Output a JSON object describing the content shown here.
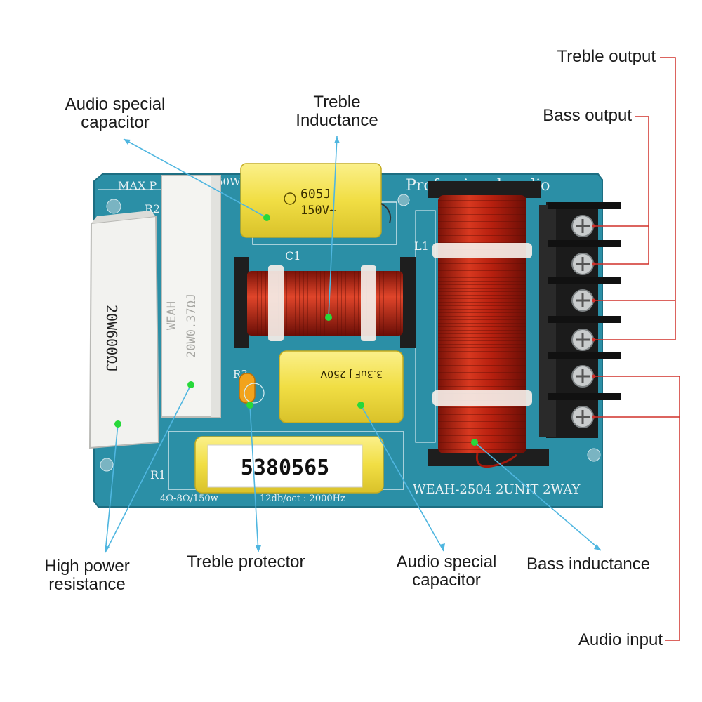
{
  "labels": {
    "treble_output": "Treble output",
    "bass_output": "Bass output",
    "audio_special_capacitor_top_1": "Audio special",
    "audio_special_capacitor_top_2": "capacitor",
    "treble_inductance_1": "Treble",
    "treble_inductance_2": "Inductance",
    "high_power_resistance_1": "High power",
    "high_power_resistance_2": "resistance",
    "treble_protector": "Treble protector",
    "audio_special_capacitor_bottom_1": "Audio special",
    "audio_special_capacitor_bottom_2": "capacitor",
    "bass_inductance": "Bass inductance",
    "audio_input": "Audio input"
  },
  "board": {
    "max_text": "MAX P",
    "watt_text": "50W",
    "brand_text": "Professional audio",
    "model_text": "WEAH-2504  2UNIT 2WAY",
    "spec_impedance": "4Ω-8Ω/150w",
    "spec_crossover": "12db/oct : 2000Hz",
    "ref_c1": "C1",
    "ref_l1": "L1",
    "ref_r1": "R1",
    "ref_r2": "R2",
    "ref_r3": "R3",
    "cap_top_value": "605J",
    "cap_top_voltage": "150V~",
    "cap_mid_value": "3.3uF J 250V",
    "cap_bottom_code": "5380565",
    "res_large_text": "20W600ΩJ",
    "res_small_brand": "WEAH",
    "res_small_value": "20W0.37ΩJ"
  },
  "colors": {
    "pcb": "#2b8fa6",
    "copper": "#c8281e",
    "capacitor": "#f3e45a",
    "leader_line": "#4fb6e0",
    "bracket": "#d0302a",
    "marker": "#27d83a"
  }
}
